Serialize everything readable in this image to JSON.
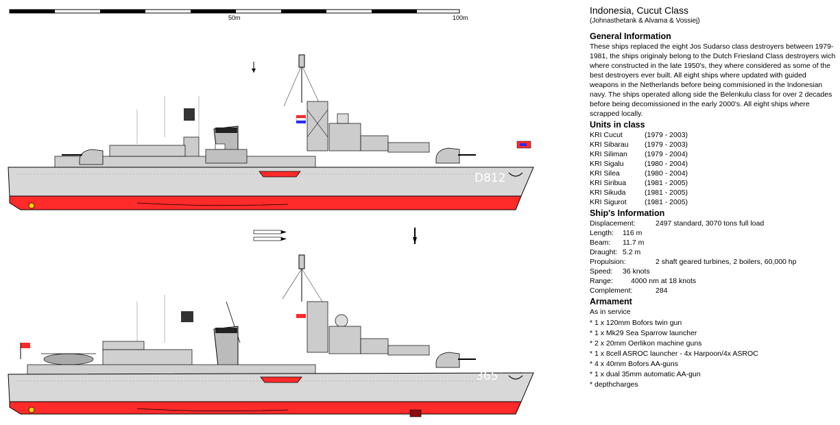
{
  "scale": {
    "labels": [
      "50m",
      "100m"
    ]
  },
  "ships": [
    {
      "hull_number": "D812"
    },
    {
      "hull_number": "365"
    }
  ],
  "info": {
    "title": "Indonesia, Cucut Class",
    "credits": "(Johnasthetank & Alvama & Vossiej)",
    "general_heading": "General Information",
    "general_text": "These ships replaced the eight Jos Sudarso class destroyers between 1979-1981, the ships originaly belong to the Dutch Friesland Class destroyers wich where constructed in the late 1950's, they where considered as some of the best destroyers ever built. All eight ships where updated with guided weapons in the Netherlands before being commisioned in the Indonesian navy. The ships operated allong side the Belenkulu class for over 2 decades before being decomissioned in the early 2000's. All eight ships where scrapped locally.",
    "units_heading": "Units in class",
    "units": [
      {
        "name": "KRI Cucut",
        "years": "(1979 - 2003)"
      },
      {
        "name": "KRI Sibarau",
        "years": "(1979 - 2003)"
      },
      {
        "name": "KRI Siliman",
        "years": "(1979 - 2004)"
      },
      {
        "name": "KRI Sigalu",
        "years": "(1980 - 2004)"
      },
      {
        "name": "KRI Silea",
        "years": "(1980 - 2004)"
      },
      {
        "name": "KRI Siribua",
        "years": "(1981 - 2005)"
      },
      {
        "name": "KRI Sikuda",
        "years": "(1981 - 2005)"
      },
      {
        "name": "KRI Sigurot",
        "years": "(1981 - 2005)"
      }
    ],
    "ship_info_heading": "Ship's Information",
    "specs": {
      "displacement_label": "Displacement:",
      "displacement": "2497 standard, 3070 tons full load",
      "length_label": "Length:",
      "length": "116 m",
      "beam_label": "Beam:",
      "beam": "11.7 m",
      "draught_label": "Draught:",
      "draught": "5.2 m",
      "propulsion_label": "Propulsion:",
      "propulsion": "2 shaft geared turbines, 2 boilers, 60,000 hp",
      "speed_label": "Speed:",
      "speed": "36  knots",
      "range_label": "Range:",
      "range": "4000 nm at 18 knots",
      "complement_label": "Complement:",
      "complement": "284"
    },
    "armament_heading": "Armament",
    "armament_note": "As in service",
    "armament": [
      "* 1 x 120mm Bofors twin gun",
      "* 1 x Mk29 Sea Sparrow launcher",
      "* 2 x 20mm Oerlikon machine guns",
      "* 1 x 8cell ASROC launcher - 4x Harpoon/4x ASROC",
      "* 4 x 40mm Bofors AA-guns",
      "* 1 x dual 35mm automatic AA-gun",
      "* depthcharges"
    ]
  },
  "colors": {
    "hull_grey": "#d8d8d8",
    "waterline_red": "#ff2a2a",
    "outline": "#000000"
  }
}
